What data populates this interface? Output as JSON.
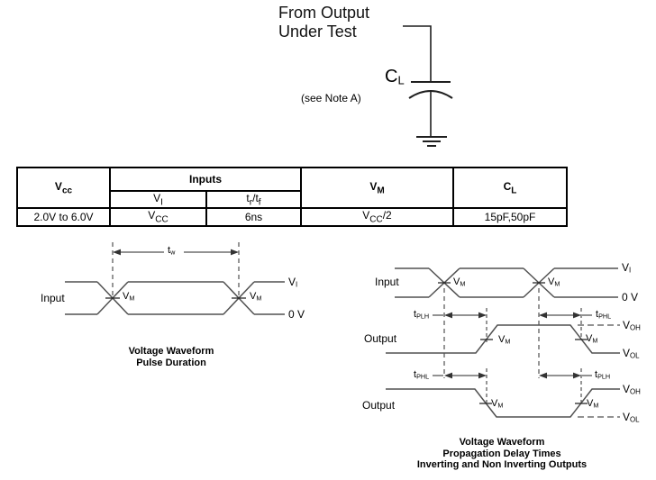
{
  "circuit": {
    "title_line1": "From Output",
    "title_line2": "Under Test",
    "cap_label": {
      "b": "C",
      "s": "L"
    },
    "note": "(see Note A)"
  },
  "table": {
    "headers": {
      "vcc": {
        "b": "V",
        "s": "cc"
      },
      "inputs": "Inputs",
      "vi": {
        "b": "V",
        "s": "I"
      },
      "trtf": {
        "b1": "t",
        "s1": "r",
        "b2": "/t",
        "s2": "f"
      },
      "vm": {
        "b": "V",
        "s": "M"
      },
      "cl": {
        "b": "C",
        "s": "L"
      }
    },
    "row": {
      "vcc_range": "2.0V to 6.0V",
      "vi_value": {
        "b": "V",
        "s": "CC"
      },
      "trtf_value": "6ns",
      "vm_value": {
        "b1": "V",
        "s1": "CC",
        "b2": "/2"
      },
      "cl_value": "15pF,50pF"
    }
  },
  "symbols": {
    "vm": {
      "b": "V",
      "s": "M"
    },
    "vi": {
      "b": "V",
      "s": "I"
    },
    "voh": {
      "b": "V",
      "s": "OH"
    },
    "vol": {
      "b": "V",
      "s": "OL"
    },
    "tw": {
      "b": "t",
      "s": "w"
    },
    "tplh": {
      "b": "t",
      "s": "PLH"
    },
    "tphl": {
      "b": "t",
      "s": "PHL"
    },
    "zero_v": "0 V",
    "input": "Input",
    "output": "Output"
  },
  "pulse_diagram": {
    "caption1": "Voltage Waveform",
    "caption2": "Pulse Duration"
  },
  "prop_diagram": {
    "caption1": "Voltage Waveform",
    "caption2": "Propagation Delay Times",
    "caption3": "Inverting and Non Inverting Outputs"
  },
  "colors": {
    "waveform_gray": "#515151",
    "ink": "#000000"
  }
}
